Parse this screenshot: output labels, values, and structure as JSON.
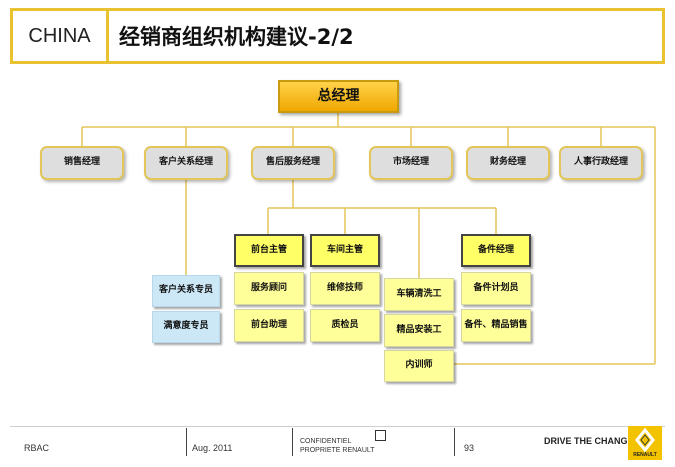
{
  "header": {
    "country": "CHINA",
    "title": "经销商组织机构建议-2/2"
  },
  "top": {
    "label": "总经理"
  },
  "departments": [
    {
      "id": "sales",
      "label": "销售经理"
    },
    {
      "id": "crm",
      "label": "客户关系经理"
    },
    {
      "id": "aftersales",
      "label": "售后服务经理"
    },
    {
      "id": "marketing",
      "label": "市场经理"
    },
    {
      "id": "finance",
      "label": "财务经理"
    },
    {
      "id": "hr",
      "label": "人事行政经理"
    }
  ],
  "crm_staff": [
    "客户关系专员",
    "满意度专员"
  ],
  "aftersales_groups": [
    {
      "head": "前台主管",
      "staff": [
        "服务顾问",
        "前台助理"
      ]
    },
    {
      "head": "车间主管",
      "staff": [
        "维修技师",
        "质检员"
      ]
    },
    {
      "head": "",
      "staff": [
        "车辆清洗工",
        "精品安装工",
        "内训师"
      ]
    },
    {
      "head": "备件经理",
      "staff": [
        "备件计划员",
        "备件、精品销售"
      ]
    }
  ],
  "footer": {
    "company": "RBAC",
    "date": "Aug. 2011",
    "confidential_1": "CONFIDENTIEL",
    "confidential_2": "PROPRIETE RENAULT",
    "page": "93",
    "slogan": "DRIVE THE CHANGE",
    "brand": "RENAULT"
  },
  "colors": {
    "accent": "#e8c230",
    "head_fill": "#ffff66",
    "staff_fill": "#ffff99",
    "blue_fill": "#cce8f7",
    "gm_fill": "#f5b800"
  }
}
